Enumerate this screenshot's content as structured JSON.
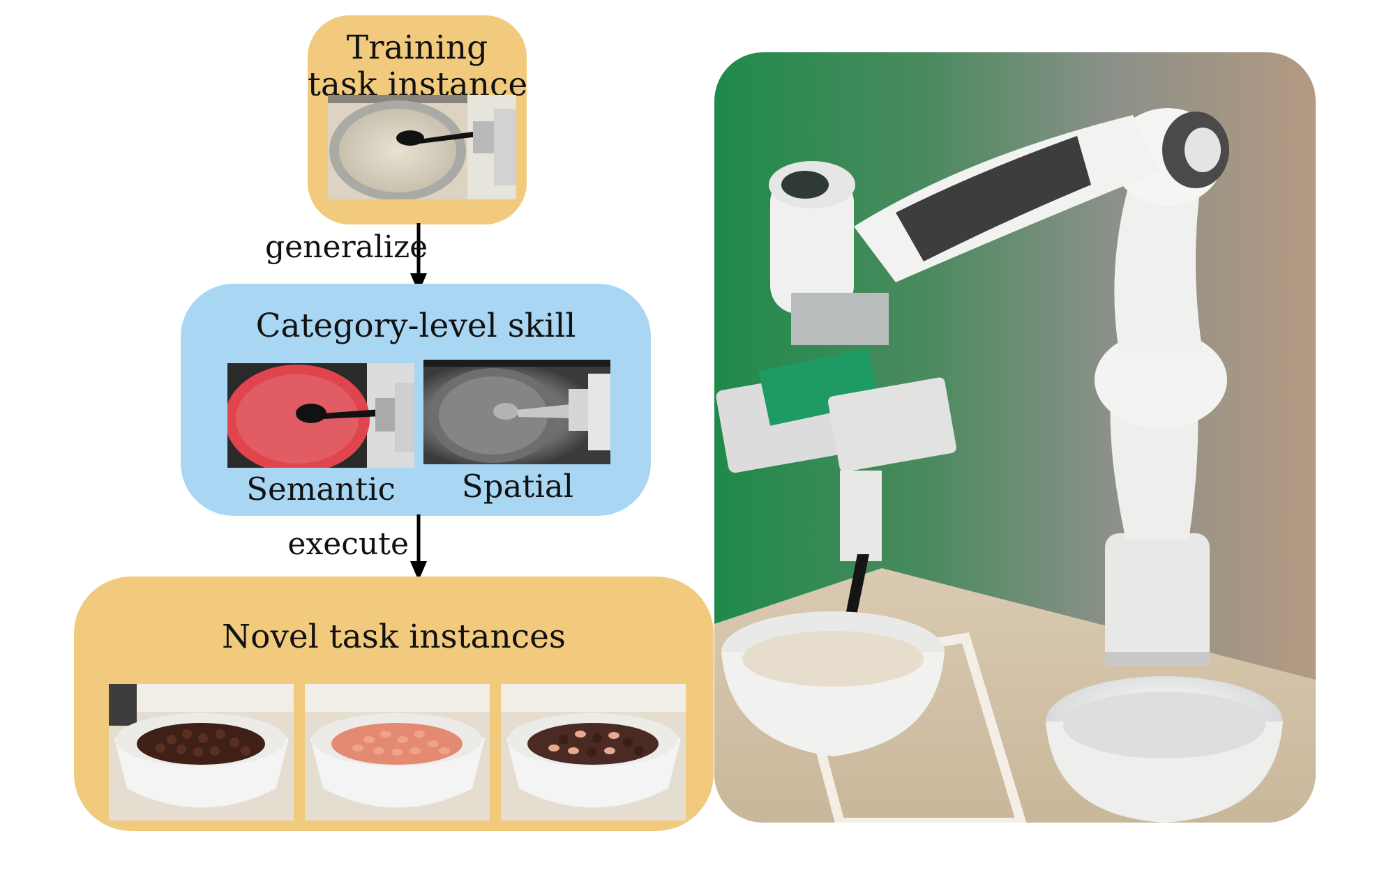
{
  "colors": {
    "instance_box": "#f2ca7e",
    "skill_box": "#a9d6f2",
    "arrow": "#000000"
  },
  "training": {
    "title_line1": "Training",
    "title_line2": "task instance",
    "image": "rice-bowl-with-spoon-top-view"
  },
  "edges": {
    "generalize": "generalize",
    "execute": "execute"
  },
  "skill": {
    "title": "Category-level skill",
    "semantic_label": "Semantic",
    "spatial_label": "Spatial",
    "semantic_image": "red-segmented-bowl-with-spoon",
    "spatial_image": "grayscale-depth-map"
  },
  "novel": {
    "title": "Novel task instances",
    "images": [
      "bowl-of-chocolate-balls",
      "bowl-of-pink-cereal",
      "bowl-of-mixed-cereal"
    ]
  },
  "photo": {
    "image": "robot-arm-scooping-rice-into-bowl"
  }
}
